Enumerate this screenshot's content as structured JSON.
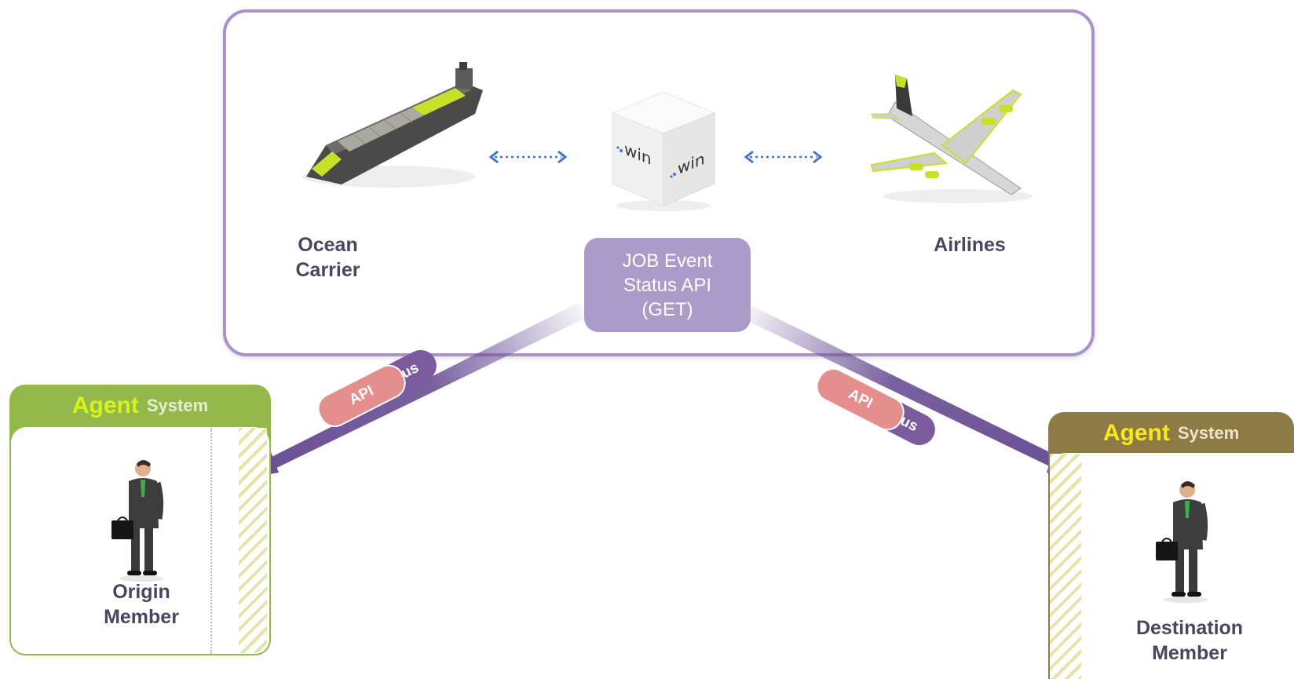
{
  "hub": {
    "ocean_label_line1": "Ocean",
    "ocean_label_line2": "Carrier",
    "airlines_label": "Airlines",
    "logo_text": "win",
    "api_box": {
      "line1": "JOB Event",
      "line2": "Status API",
      "line3": "(GET)"
    }
  },
  "agent_left": {
    "title_big": "Agent",
    "title_small": "System",
    "member_line1": "Origin",
    "member_line2": "Member"
  },
  "agent_right": {
    "title_big": "Agent",
    "title_small": "System",
    "member_line1": "Destination",
    "member_line2": "Member"
  },
  "flows": {
    "left": {
      "job_label": "JOB Status",
      "api_label": "API"
    },
    "right": {
      "job_label": "JOB Status",
      "api_label": "API"
    }
  },
  "colors": {
    "panel_border": "#a993c6",
    "api_box": "#ab9bc9",
    "arrow": "#6a4f95",
    "agent_left": "#93b84b",
    "agent_right": "#8d7a44",
    "accent_green": "#c8e02a"
  },
  "icons": [
    "container-ship-icon",
    "api-cube-icon",
    "airplane-icon",
    "businessman-icon",
    "double-arrow-icon"
  ]
}
